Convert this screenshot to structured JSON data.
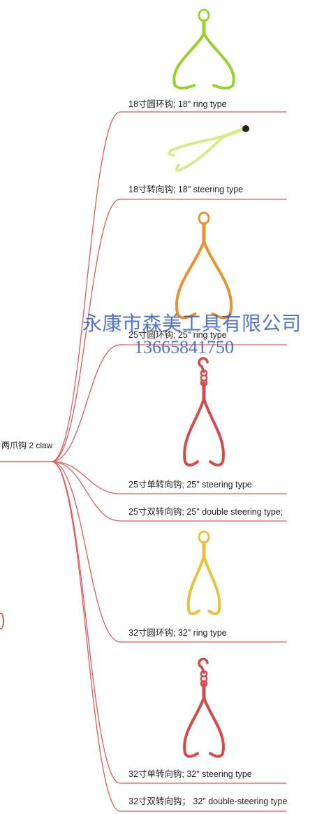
{
  "root": {
    "label": "两爪钩 2 claw"
  },
  "branches": [
    {
      "label": "18寸圆环钩;   18\" ring type",
      "image_icon": "green-ring-claw-hook-icon",
      "color": "#98d12c"
    },
    {
      "label": "18寸转向钩;    18\" steering type",
      "image_icon": "pale-green-steering-claw-hook-icon",
      "color": "#d6ec8a"
    },
    {
      "label": "25寸圆环钩;    25\" ring type",
      "image_icon": "orange-ring-claw-hook-icon",
      "color": "#e8922e"
    },
    {
      "label": "25寸单转向钩;   25\" steering type",
      "image_icon": "red-steering-claw-hook-icon",
      "color": "#d44a4a"
    },
    {
      "label": "25寸双转向钩;   25\" double steering type;",
      "image_icon": "",
      "color": ""
    },
    {
      "label": "32寸圆环钩;      32\" ring type",
      "image_icon": "yellow-ring-claw-hook-icon",
      "color": "#e8c23c"
    },
    {
      "label": "32寸单转向钩;     32\" steering type",
      "image_icon": "red-steering-claw-hook-icon",
      "color": "#d44a4a"
    },
    {
      "label": "32寸双转向钩；    32\" double-steering type",
      "image_icon": "",
      "color": ""
    }
  ],
  "watermark": {
    "company": "永康市森美工具有限公司",
    "phone": "13665841750"
  },
  "line_color": "#e05a5a"
}
